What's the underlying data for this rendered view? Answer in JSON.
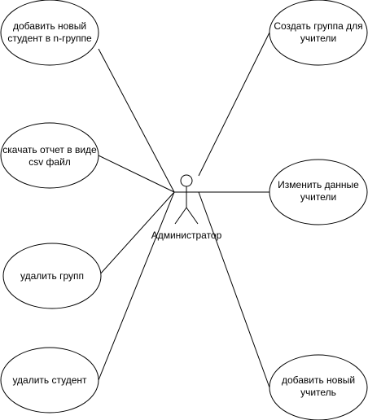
{
  "actor": {
    "label": "Администратор"
  },
  "use_cases": [
    {
      "lines": [
        "добавить новый",
        "студент в n-группе"
      ]
    },
    {
      "lines": [
        "скачать отчет в виде",
        "csv файл"
      ]
    },
    {
      "lines": [
        "удалить групп"
      ]
    },
    {
      "lines": [
        "удалить студент"
      ]
    },
    {
      "lines": [
        "Создать группа для",
        "учители"
      ]
    },
    {
      "lines": [
        "Изменить данные",
        "учители"
      ]
    },
    {
      "lines": [
        "добавить новый",
        "учитель"
      ]
    }
  ]
}
